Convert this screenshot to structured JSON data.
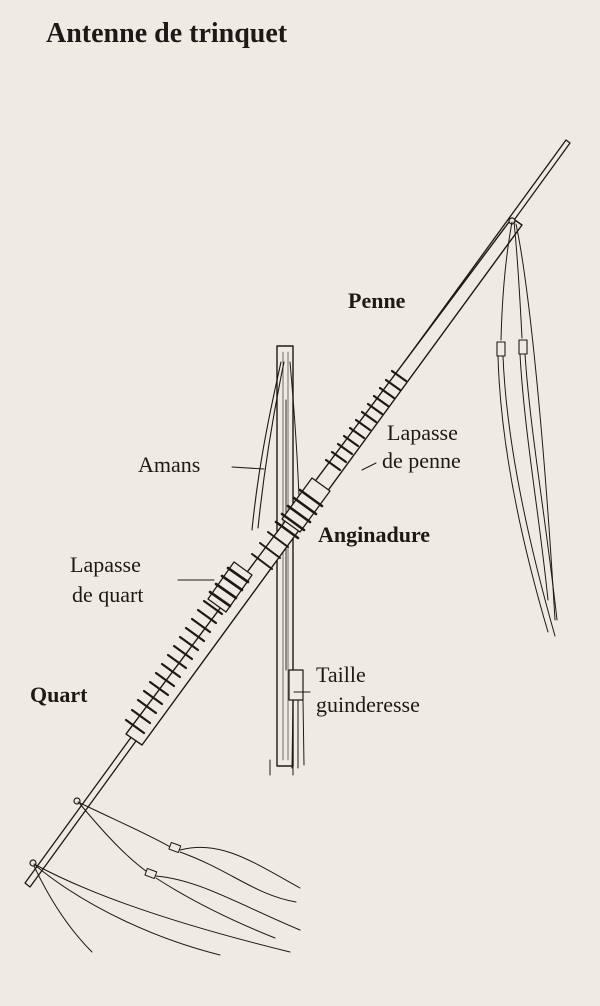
{
  "title": "Antenne de trinquet",
  "labels": {
    "penne": "Penne",
    "lapasse_penne_1": "Lapasse",
    "lapasse_penne_2": "de penne",
    "amans": "Amans",
    "anginadure": "Anginadure",
    "lapasse_quart_1": "Lapasse",
    "lapasse_quart_2": "de quart",
    "taille_1": "Taille",
    "taille_2": "guinderesse",
    "quart": "Quart"
  }
}
